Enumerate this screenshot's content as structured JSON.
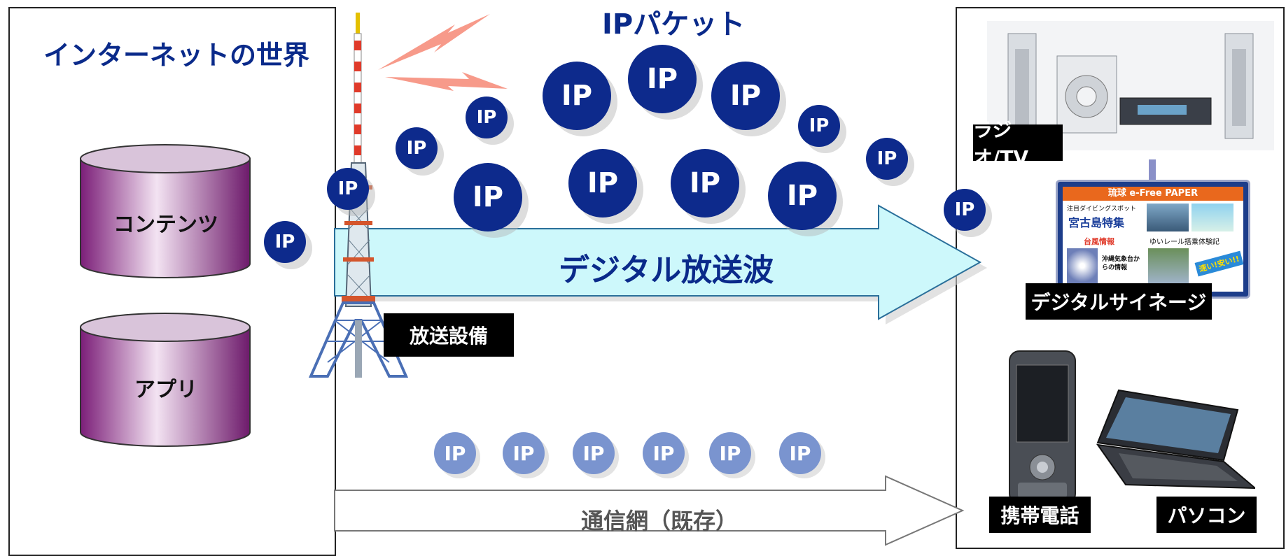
{
  "internet_title": "インターネットの世界",
  "contents_label": "コンテンツ",
  "apps_label": "アプリ",
  "packet_title": "IPパケット",
  "ip_label": "IP",
  "wave_label": "デジタル放送波",
  "equipment_label": "放送設備",
  "network_label": "通信網（既存）",
  "devices": {
    "radio_tv": "ラジオ/TV",
    "signage": "デジタルサイネージ",
    "mobile": "携帯電話",
    "pc": "パソコン"
  },
  "signage_screen": {
    "header": "琉球 e-Free PAPER",
    "sub": "注目ダイビングスポット",
    "headline": "宮古島特集",
    "typhoon": "台風情報",
    "rail": "ゆいレール搭乗体験記",
    "weather": "沖縄気象台からの情報",
    "promo": "速い!安い!!"
  },
  "colors": {
    "navy": "#0d2a8c",
    "light_packet": "#7a94cf",
    "wave_fill": "#cdf8fb",
    "cylinder": "#8c2a86"
  }
}
